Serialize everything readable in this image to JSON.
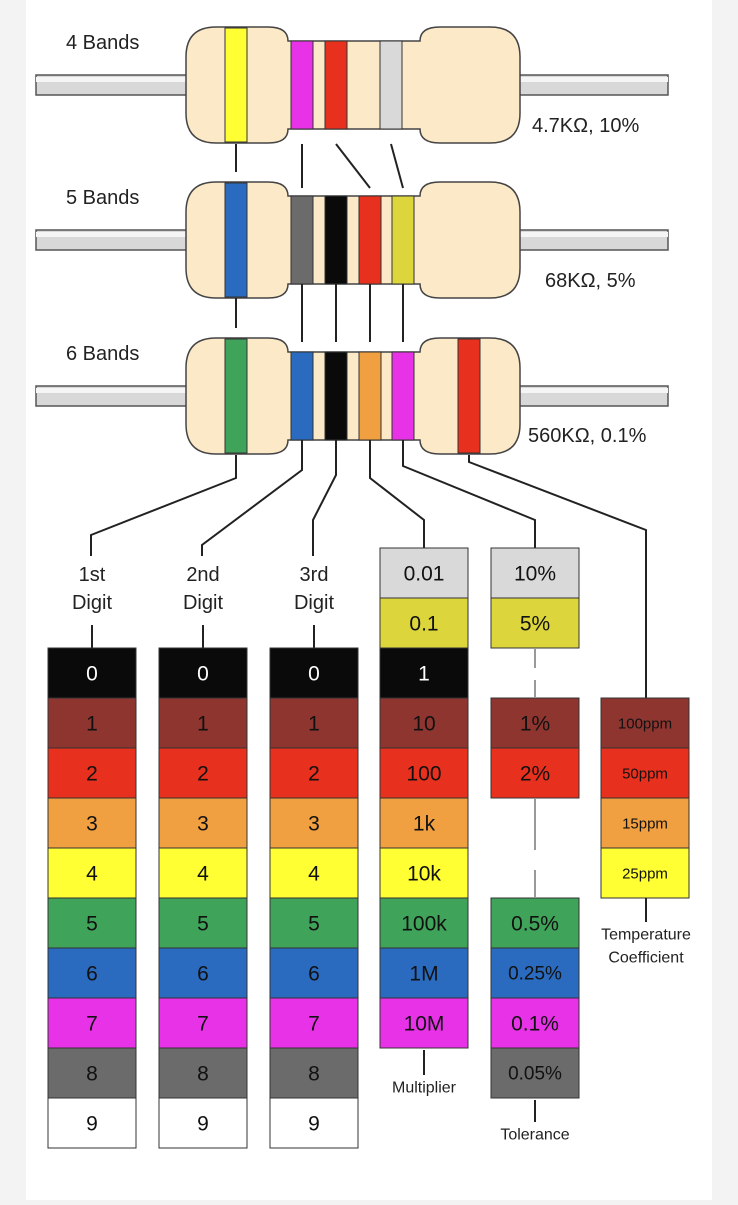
{
  "resistors": [
    {
      "label": "4 Bands",
      "value": "4.7KΩ, 10%",
      "bands": [
        "#ffff33",
        "#e832e8",
        "#e8301e",
        "#d9d9d9"
      ]
    },
    {
      "label": "5 Bands",
      "value": "68KΩ, 5%",
      "bands": [
        "#2a6bc0",
        "#6b6b6b",
        "#0a0a0a",
        "#e8301e",
        "#dcd63c"
      ]
    },
    {
      "label": "6 Bands",
      "value": "560KΩ, 0.1%",
      "bands": [
        "#3fa35a",
        "#2a6bc0",
        "#0a0a0a",
        "#f0a040",
        "#e832e8",
        "#e8301e"
      ]
    }
  ],
  "digit_headers": [
    {
      "line1": "1st",
      "line2": "Digit"
    },
    {
      "line1": "2nd",
      "line2": "Digit"
    },
    {
      "line1": "3rd",
      "line2": "Digit"
    }
  ],
  "digit_values": [
    "0",
    "1",
    "2",
    "3",
    "4",
    "5",
    "6",
    "7",
    "8",
    "9"
  ],
  "multiplier": {
    "label": "Multiplier",
    "values": [
      "0.01",
      "0.1",
      "1",
      "10",
      "100",
      "1k",
      "10k",
      "100k",
      "1M",
      "10M"
    ]
  },
  "tolerance": {
    "label": "Tolerance",
    "values": [
      "10%",
      "5%",
      "1%",
      "2%",
      "0.5%",
      "0.25%",
      "0.1%",
      "0.05%"
    ]
  },
  "temperature": {
    "label_line1": "Temperature",
    "label_line2": "Coefficient",
    "values": [
      "100ppm",
      "50ppm",
      "15ppm",
      "25ppm"
    ]
  },
  "colors": {
    "black": "#0a0a0a",
    "brown": "#8e3530",
    "red": "#e8301e",
    "orange": "#f0a040",
    "yellow": "#ffff33",
    "green": "#3fa35a",
    "blue": "#2a6bc0",
    "violet": "#e832e8",
    "grey": "#6b6b6b",
    "white": "#ffffff",
    "silver": "#d9d9d9",
    "gold": "#dcd63c",
    "body": "#fbe9c8",
    "page": "#f3f3f3"
  }
}
